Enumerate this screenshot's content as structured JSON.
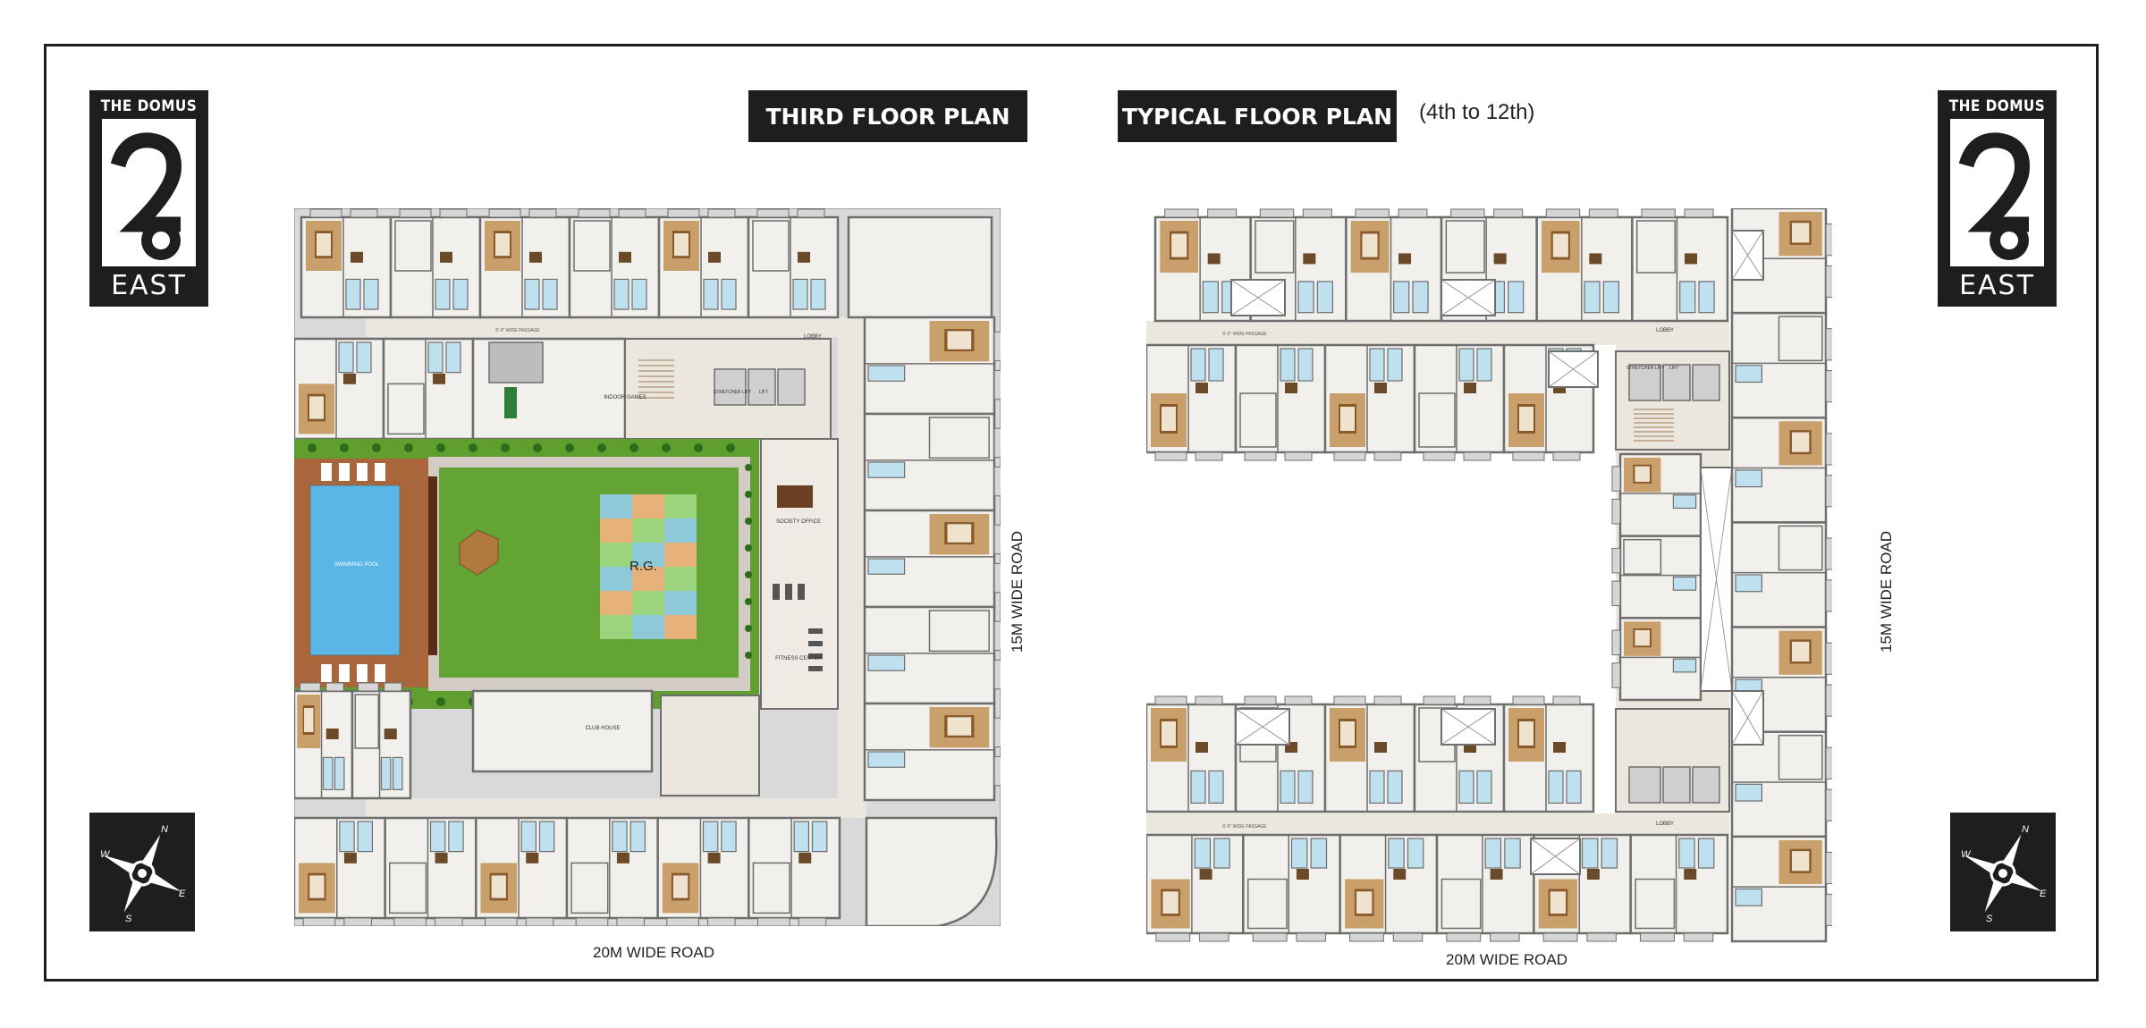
{
  "logo": {
    "top_text": "THE DOMUS",
    "number": "26",
    "bottom_text": "EAST"
  },
  "headings": {
    "third_floor": "THIRD FLOOR PLAN",
    "typical_floor": "TYPICAL FLOOR PLAN",
    "typical_floor_range": "(4th to 12th)"
  },
  "roads": {
    "third_bottom": "20M WIDE ROAD",
    "third_side": "15M WIDE ROAD",
    "typical_bottom": "20M WIDE ROAD",
    "typical_side": "15M WIDE ROAD"
  },
  "compass": {
    "n": "N",
    "e": "E",
    "s": "S",
    "w": "W"
  },
  "third_floor_plan": {
    "labels": {
      "garden": "R.G.",
      "pool": "SWIMMING POOL",
      "society_office": "SOCIETY OFFICE",
      "fitness": "FITNESS CENTER",
      "indoor_games": "INDOOR GAMES",
      "club_house": "CLUB HOUSE",
      "lobby": "LOBBY",
      "passage": "5'-0\" WIDE PASSAGE",
      "stretcher_lift": "STRETCHER LIFT",
      "lift": "LIFT"
    }
  },
  "typical_floor_plan": {
    "labels": {
      "lobby": "LOBBY",
      "passage": "6'-0\" WIDE PASSAGE",
      "stretcher_lift": "STRETCHER LIFT",
      "lift": "LIFT"
    }
  },
  "colors": {
    "frame": "#1d1e20",
    "room": "#f2f0ec",
    "wall": "#6e6e6e",
    "toilet": "#bfe0ef",
    "wood": "#c9a06c",
    "lawn": "#5f9e2f",
    "pool": "#59b6e6",
    "passage": "#ebe6de",
    "chajja": "#d6d6d6"
  }
}
